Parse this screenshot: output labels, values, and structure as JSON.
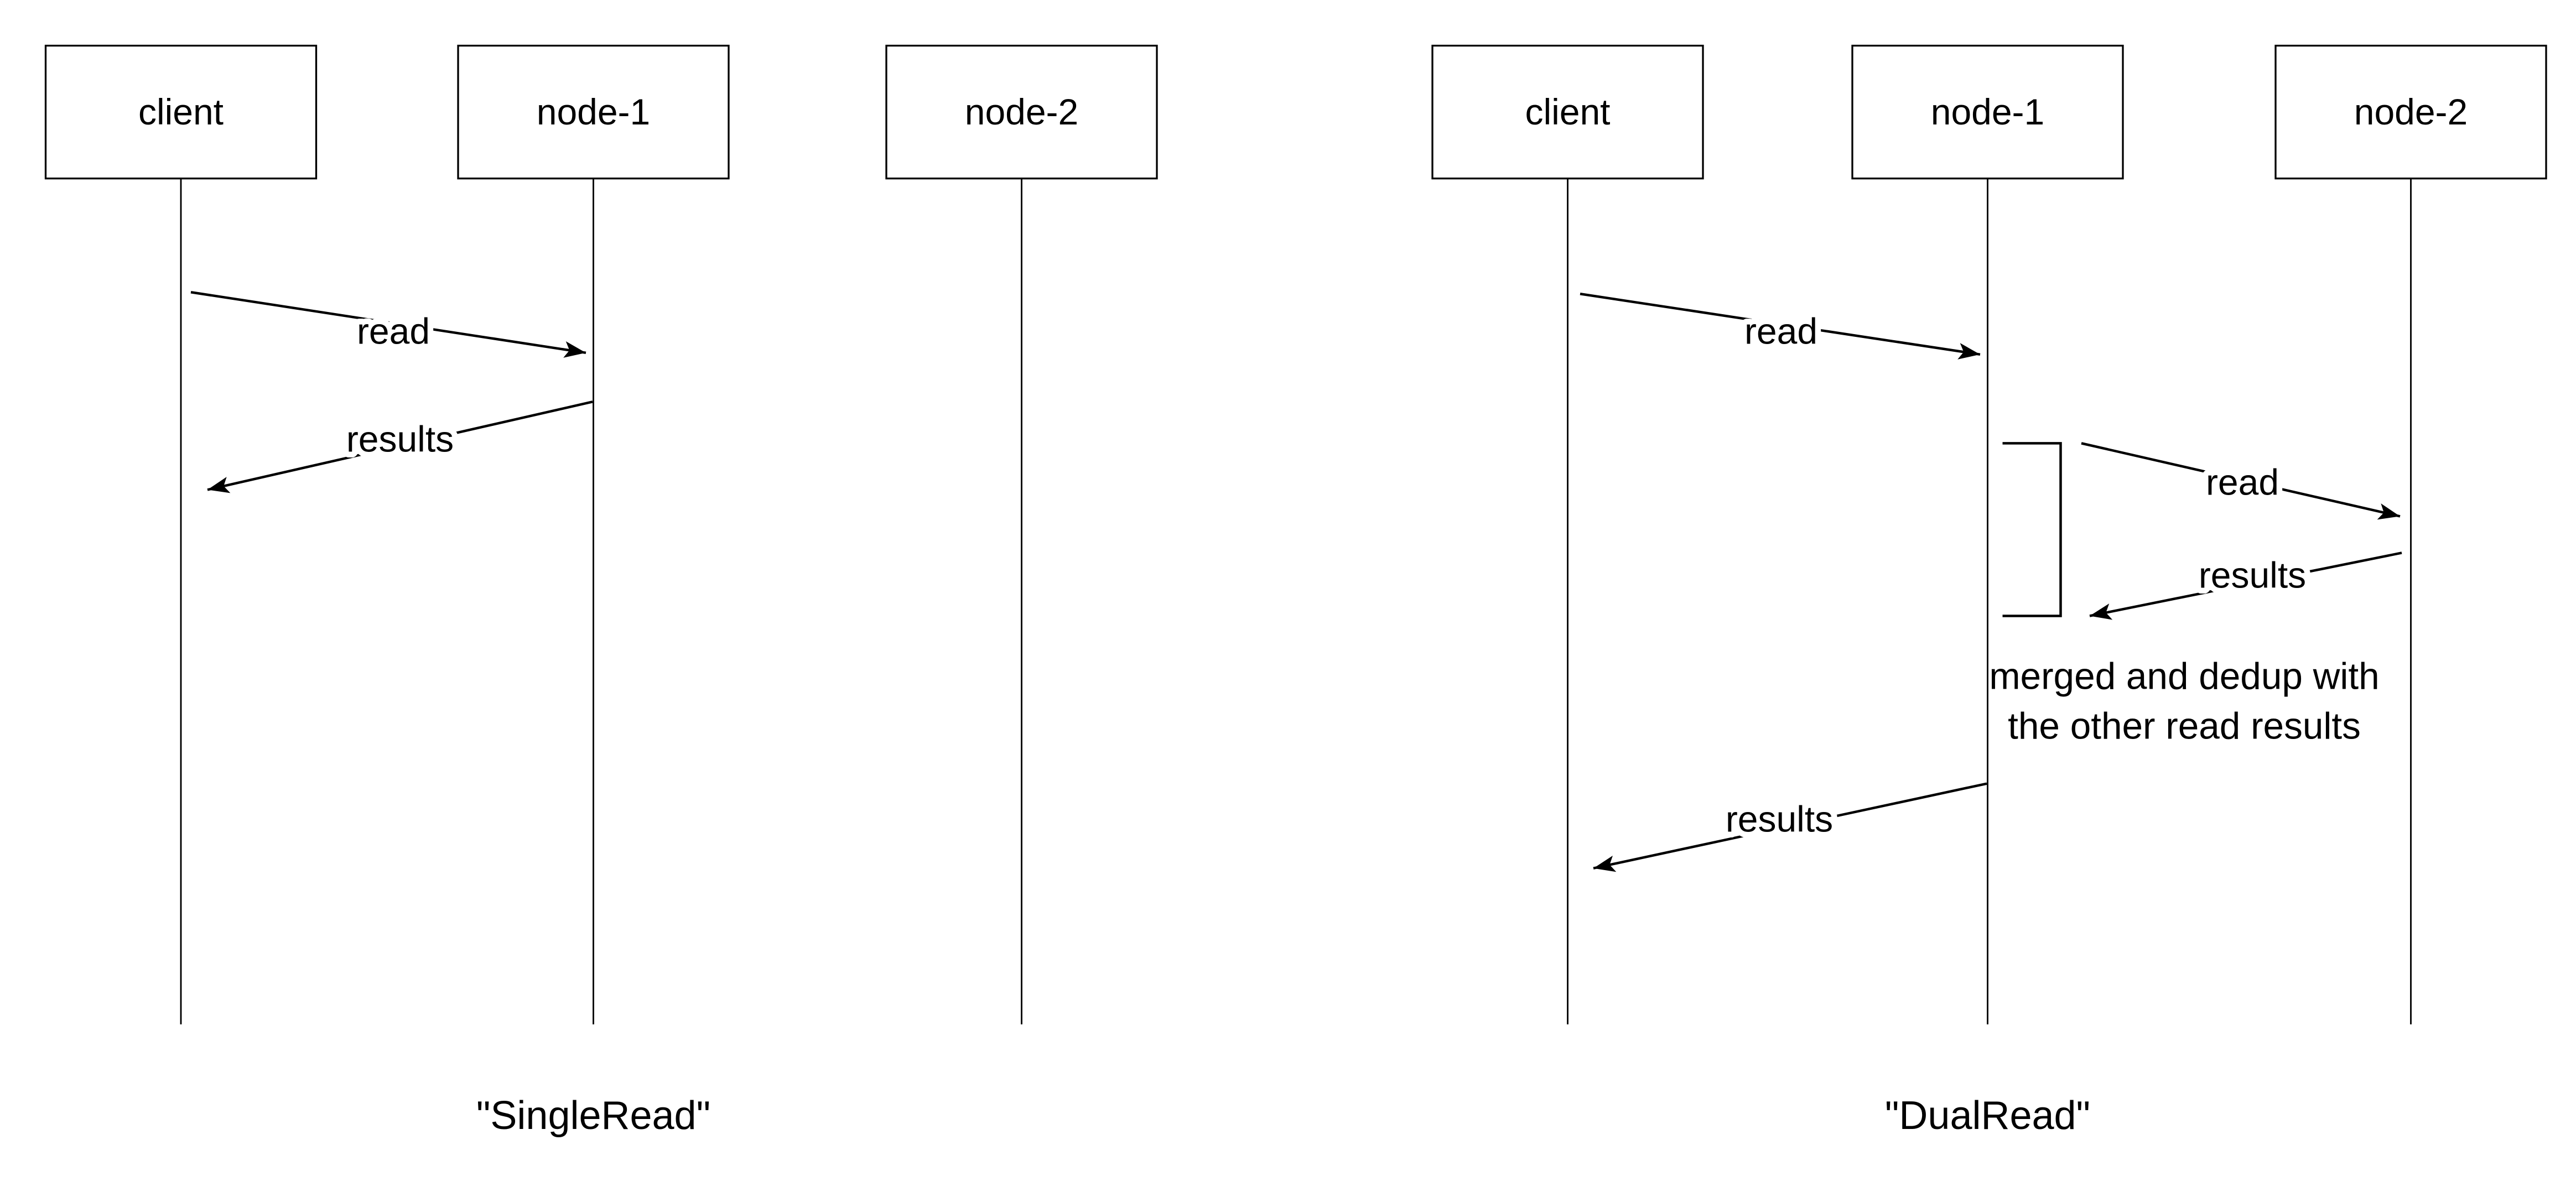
{
  "colors": {
    "background": "#ffffff",
    "line": "#000000",
    "text": "#000000"
  },
  "diagrams": [
    {
      "caption": "\"SingleRead\"",
      "actors": [
        {
          "label": "client"
        },
        {
          "label": "node-1"
        },
        {
          "label": "node-2"
        }
      ],
      "messages": [
        {
          "label": "read",
          "from": "client",
          "to": "node-1"
        },
        {
          "label": "results",
          "from": "node-1",
          "to": "client"
        }
      ]
    },
    {
      "caption": "\"DualRead\"",
      "actors": [
        {
          "label": "client"
        },
        {
          "label": "node-1"
        },
        {
          "label": "node-2"
        }
      ],
      "messages": [
        {
          "label": "read",
          "from": "client",
          "to": "node-1"
        },
        {
          "label": "read",
          "from": "node-1",
          "to": "node-2"
        },
        {
          "label": "results",
          "from": "node-2",
          "to": "node-1"
        },
        {
          "label": "results",
          "from": "node-1",
          "to": "client"
        }
      ],
      "note": {
        "line1": "merged and dedup with",
        "line2": "the other read results"
      }
    }
  ]
}
